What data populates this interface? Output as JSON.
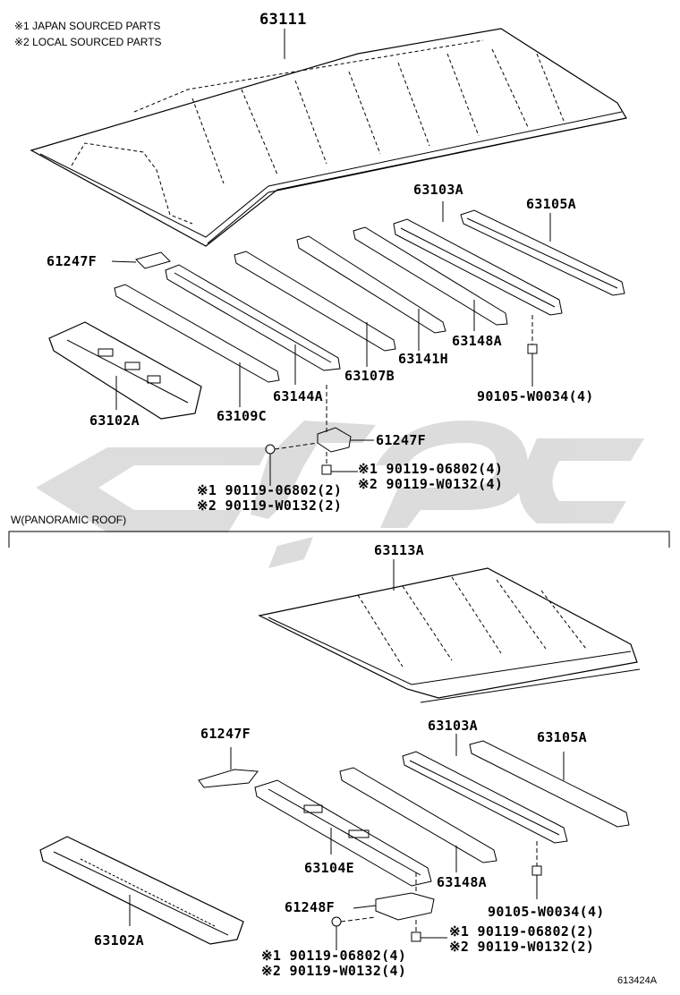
{
  "notes": [
    "※1 JAPAN SOURCED PARTS",
    "※2 LOCAL SOURCED PARTS"
  ],
  "section_label": "W(PANORAMIC ROOF)",
  "top": {
    "roof_panel": "63111",
    "bow_1": "63103A",
    "bow_2": "63105A",
    "bracket_small": "61247F",
    "reinf_a": "63109C",
    "reinf_b": "63144A",
    "reinf_c": "63107B",
    "reinf_d": "63141H",
    "reinf_e": "63148A",
    "header_front": "63102A",
    "bolt_right": "90105-W0034(4)",
    "bracket_center": "61247F",
    "fastener_right_1": "※1 90119-06802(4)",
    "fastener_right_2": "※2 90119-W0132(4)",
    "fastener_left_1": "※1 90119-06802(2)",
    "fastener_left_2": "※2 90119-W0132(2)"
  },
  "bottom": {
    "roof_panel": "63113A",
    "bracket_small": "61247F",
    "bow_1": "63103A",
    "bow_2": "63105A",
    "reinf_a": "63104E",
    "reinf_b": "63148A",
    "header_front": "63102A",
    "bolt_right": "90105-W0034(4)",
    "bracket_center": "61248F",
    "fastener_right_1": "※1 90119-06802(2)",
    "fastener_right_2": "※2 90119-W0132(2)",
    "fastener_left_1": "※1 90119-06802(4)",
    "fastener_left_2": "※2 90119-W0132(4)"
  },
  "diagram_code": "613424A",
  "colors": {
    "line": "#000000",
    "watermark": "#d9d9d9"
  }
}
